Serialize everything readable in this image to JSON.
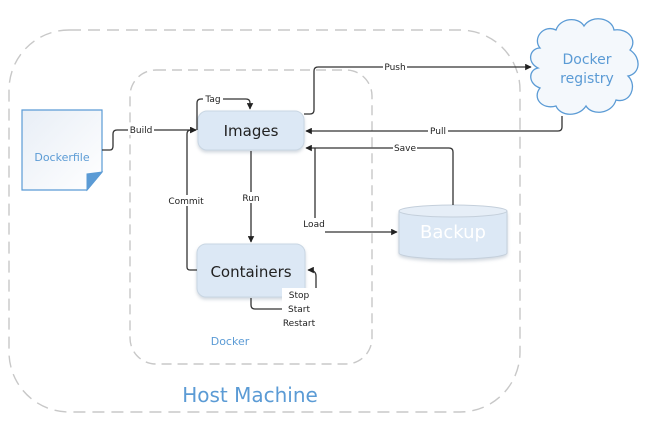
{
  "containers": {
    "host": {
      "label": "Host Machine"
    },
    "docker": {
      "label": "Docker"
    }
  },
  "nodes": {
    "dockerfile": {
      "label": "Dockerfile"
    },
    "images": {
      "label": "Images"
    },
    "containers": {
      "label": "Containers"
    },
    "registry": {
      "line1": "Docker",
      "line2": "registry"
    },
    "backup": {
      "label": "Backup"
    }
  },
  "edges": {
    "build": "Build",
    "tag": "Tag",
    "push": "Push",
    "pull": "Pull",
    "save": "Save",
    "load": "Load",
    "run": "Run",
    "commit": "Commit",
    "stop": "Stop",
    "start": "Start",
    "restart": "Restart"
  },
  "colors": {
    "accent": "#5b9bd5",
    "node_fill": "#dce8f5",
    "dash": "#c8c8c8",
    "edge": "#333333"
  }
}
